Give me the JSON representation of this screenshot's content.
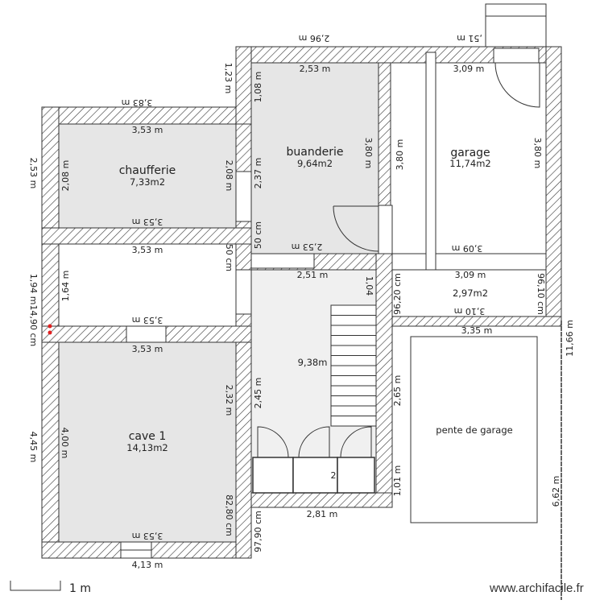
{
  "rooms": {
    "chaufferie": {
      "name": "chaufferie",
      "area": "7,33m2"
    },
    "buanderie": {
      "name": "buanderie",
      "area": "9,64m2"
    },
    "garage": {
      "name": "garage",
      "area": "11,74m2"
    },
    "cave": {
      "name": "cave 1",
      "area": "14,13m2"
    },
    "corridor_area": "2,97m2",
    "stair_area": "9,38m",
    "ramp": "pente de garage"
  },
  "dims": [
    "2,96 m",
    ",51 m",
    "1,23 m",
    "3,83 m",
    "2,53 m",
    "3,53 m",
    "2,08 m",
    "2,08 m",
    "3,53 m",
    "3,53 m",
    "1,08 m",
    "2,53 m",
    "2,37 m",
    "50 cm",
    "3,80 m",
    "2,53 m",
    "3,80 m",
    "3,09 m",
    "3,80 m",
    "3,09 m",
    "50 cm",
    "1,64 m",
    "3,53 m",
    "1,94 m14,90 cm",
    "2,51 m",
    "1,04",
    "96,20 cm",
    "3,09 m",
    "96,10 cm",
    "3,10 m",
    "3,35 m",
    "11,66 m",
    "3,53 m",
    "2,32 m",
    "2,45 m",
    "2,65 m",
    "4,00 m",
    "4,45 m",
    "1,01 m",
    "82,80 cm",
    "97,90 cm",
    "2,81 m",
    "6,62 m",
    "3,53 m",
    "4,13 m",
    "2"
  ],
  "scale_label": "1 m",
  "watermark": "www.archifacile.fr",
  "colors": {
    "room_fill": "#e6e6e6",
    "wall_stroke": "#333333",
    "marker": "#e02020"
  }
}
